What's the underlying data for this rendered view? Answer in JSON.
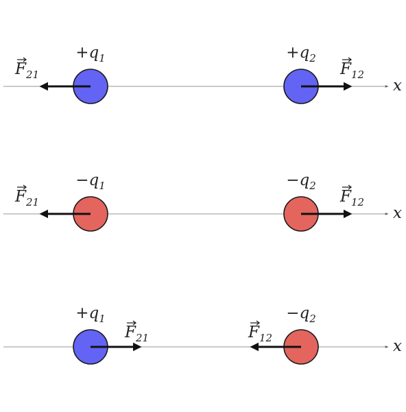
{
  "axis_label": "x",
  "colors": {
    "positive": "#6363f4",
    "negative": "#e3655e",
    "axis": "#b8b8b8",
    "arrow": "#111111",
    "outline": "#1a1a1a"
  },
  "rows": [
    {
      "charge1": {
        "sign": "+",
        "symbol": "q",
        "sub": "1",
        "polarity": "positive"
      },
      "charge2": {
        "sign": "+",
        "symbol": "q",
        "sub": "2",
        "polarity": "positive"
      },
      "force1": {
        "symbol": "F",
        "sub": "21",
        "direction": "left"
      },
      "force2": {
        "symbol": "F",
        "sub": "12",
        "direction": "right"
      }
    },
    {
      "charge1": {
        "sign": "−",
        "symbol": "q",
        "sub": "1",
        "polarity": "negative"
      },
      "charge2": {
        "sign": "−",
        "symbol": "q",
        "sub": "2",
        "polarity": "negative"
      },
      "force1": {
        "symbol": "F",
        "sub": "21",
        "direction": "left"
      },
      "force2": {
        "symbol": "F",
        "sub": "12",
        "direction": "right"
      }
    },
    {
      "charge1": {
        "sign": "+",
        "symbol": "q",
        "sub": "1",
        "polarity": "positive"
      },
      "charge2": {
        "sign": "−",
        "symbol": "q",
        "sub": "2",
        "polarity": "negative"
      },
      "force1": {
        "symbol": "F",
        "sub": "21",
        "direction": "right"
      },
      "force2": {
        "symbol": "F",
        "sub": "12",
        "direction": "left"
      }
    }
  ]
}
